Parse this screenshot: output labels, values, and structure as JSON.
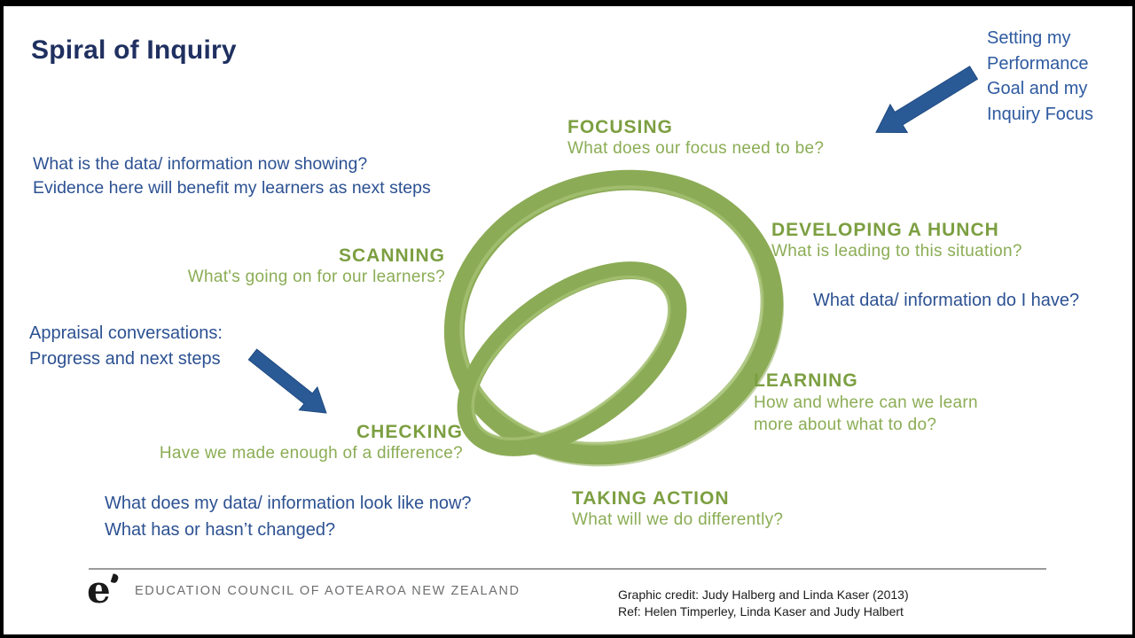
{
  "slide": {
    "title": "Spiral of Inquiry"
  },
  "stages": {
    "focusing": {
      "label": "FOCUSING",
      "question": "What does our focus need to be?"
    },
    "scanning": {
      "label": "SCANNING",
      "question": "What's going on for our learners?"
    },
    "developing_a_hunch": {
      "label": "DEVELOPING A HUNCH",
      "question": "What is leading to this situation?"
    },
    "learning": {
      "label": "LEARNING",
      "question_line1": "How and where can we learn",
      "question_line2": "more about what to do?"
    },
    "taking_action": {
      "label": "TAKING ACTION",
      "question": "What will we do differently?"
    },
    "checking": {
      "label": "CHECKING",
      "question": "Have we made enough of a difference?"
    }
  },
  "annotations": {
    "setting_goal": {
      "line1": "Setting my",
      "line2": "Performance",
      "line3": "Goal and my",
      "line4": "Inquiry Focus"
    },
    "data_showing": {
      "line1": "What is the data/ information now showing?",
      "line2": "Evidence here will benefit my learners as next steps"
    },
    "data_have": "What data/ information do I have?",
    "appraisal": {
      "line1": "Appraisal conversations:",
      "line2": "Progress and next steps"
    },
    "data_look": {
      "line1": "What does my data/ information look like now?",
      "line2": "What has or hasn’t changed?"
    }
  },
  "footer": {
    "logo_glyph": "e",
    "org_name": "EDUCATION COUNCIL OF AOTEAROA NEW ZEALAND",
    "credit_line1": "Graphic credit: Judy Halberg and Linda Kaser (2013)",
    "credit_line2": "Ref: Helen Timperley, Linda Kaser and Judy Halbert"
  },
  "icons": {
    "spiral": "double-loop-brush-spiral",
    "arrow_setting_goal": "thick-arrow-pointing-down-left",
    "arrow_appraisal": "thick-arrow-pointing-down-right",
    "logo": "education-council-e-logo"
  },
  "colors": {
    "title_navy": "#1f3060",
    "annotation_blue": "#2c5192",
    "setting_text_blue": "#2e5aa0",
    "stage_label_green": "#7c9f41",
    "stage_question_green": "#8bad55",
    "spiral_green": "#8cab56",
    "arrow_blue": "#2a5a96",
    "footer_gray": "#6e6f72",
    "rule_gray": "#9b9b9d"
  }
}
